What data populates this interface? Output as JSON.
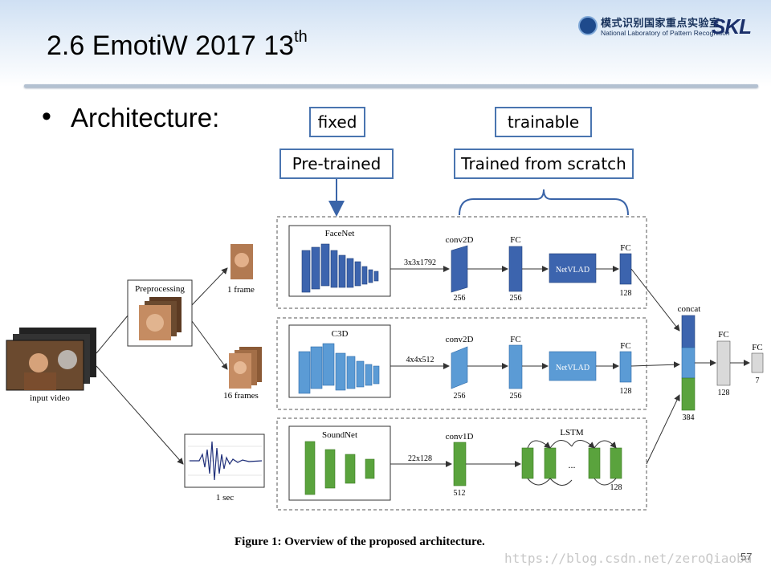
{
  "header": {
    "title": "2.6 EmotiW 2017 13",
    "title_sup": "th",
    "logo_cn": "模式识别国家重点实验室",
    "logo_en": "National Laboratory of Pattern Recognition",
    "logo_abbr": "SKL"
  },
  "bullet": {
    "text": "Architecture:"
  },
  "callouts": {
    "fixed": "fixed",
    "trainable": "trainable",
    "pretrained": "Pre-trained",
    "scratch": "Trained from scratch"
  },
  "diagram": {
    "input_video": "input video",
    "preprocessing": "Preprocessing",
    "one_frame": "1 frame",
    "sixteen_frames": "16 frames",
    "one_sec": "1 sec",
    "rows": [
      {
        "net": "FaceNet",
        "dims": "3x3x1792",
        "conv": "conv2D",
        "conv_n": "256",
        "fc": "FC",
        "fc_n": "256",
        "agg": "NetVLAD",
        "fc2": "FC",
        "fc2_n": "128"
      },
      {
        "net": "C3D",
        "dims": "4x4x512",
        "conv": "conv2D",
        "conv_n": "256",
        "fc": "FC",
        "fc_n": "256",
        "agg": "NetVLAD",
        "fc2": "FC",
        "fc2_n": "128"
      },
      {
        "net": "SoundNet",
        "dims": "22x128",
        "conv": "conv1D",
        "conv_n": "512",
        "agg": "LSTM",
        "dots": "...",
        "out_n": "128"
      }
    ],
    "concat": "concat",
    "concat_n": "384",
    "fc_a": "FC",
    "fc_a_n": "128",
    "fc_b": "FC",
    "fc_b_n": "7"
  },
  "caption": "Figure 1: Overview of the proposed architecture.",
  "watermark": "https://blog.csdn.net/zeroQiaoba",
  "page_number": "57",
  "colors": {
    "callout_border": "#4a75b0",
    "facenet_blue": "#3c64ae",
    "c3d_blue": "#5b9bd5",
    "soundnet_green": "#5aa33d",
    "fc_gray": "#d9d9d9"
  }
}
